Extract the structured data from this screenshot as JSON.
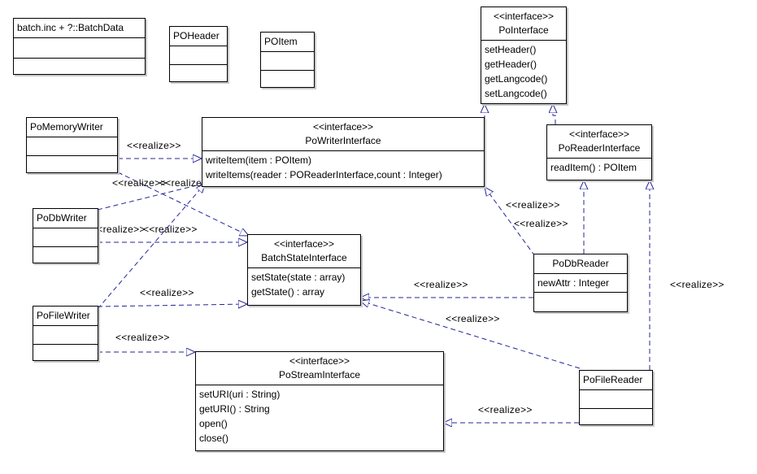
{
  "diagram": {
    "stereotype": "<<interface>>",
    "realize_label": "<<realize>>",
    "classes": {
      "batchdata": {
        "name": "batch.inc + ?::BatchData"
      },
      "poheader": {
        "name": "POHeader"
      },
      "poitem": {
        "name": "POItem"
      },
      "pointerface": {
        "name": "PoInterface",
        "operations": [
          "setHeader()",
          "getHeader()",
          "getLangcode()",
          "setLangcode()"
        ]
      },
      "pomemorywriter": {
        "name": "PoMemoryWriter"
      },
      "powriterinterface": {
        "name": "PoWriterInterface",
        "operations": [
          "writeItem(item : POItem)",
          "writeItems(reader : POReaderInterface,count : Integer)"
        ]
      },
      "poreaderinterface": {
        "name": "PoReaderInterface",
        "operations": [
          "readItem() : POItem"
        ]
      },
      "podbwriter": {
        "name": "PoDbWriter"
      },
      "batchstateinterface": {
        "name": "BatchStateInterface",
        "operations": [
          "setState(state : array)",
          "getState() : array"
        ]
      },
      "podbreader": {
        "name": "PoDbReader",
        "attributes": [
          "newAttr : Integer"
        ]
      },
      "pofilewriter": {
        "name": "PoFileWriter"
      },
      "postreaminterface": {
        "name": "PoStreamInterface",
        "operations": [
          "setURI(uri : String)",
          "getURI() : String",
          "open()",
          "close()"
        ]
      },
      "pofilereader": {
        "name": "PoFileReader"
      }
    }
  }
}
